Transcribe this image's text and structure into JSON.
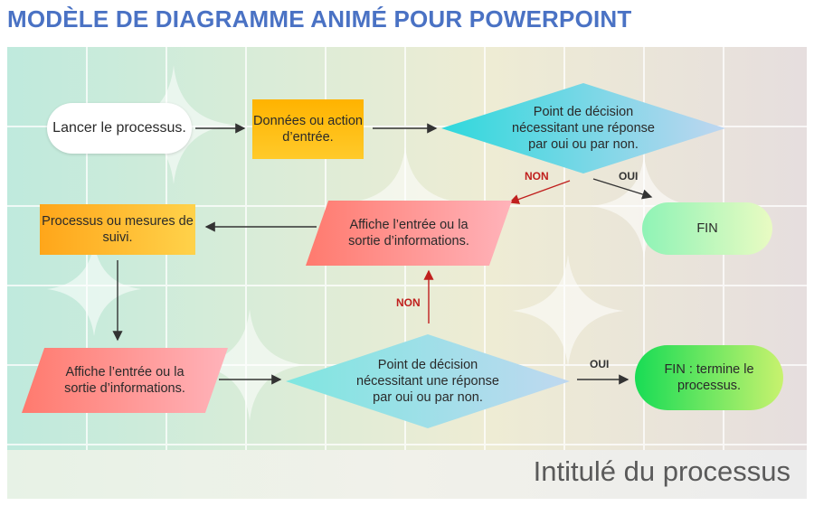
{
  "title": "MODÈLE DE DIAGRAMME ANIMÉ POUR POWERPOINT",
  "footer": "Intitulé du processus",
  "nodes": {
    "start": "Lancer le processus.",
    "input": "Données ou action d’entrée.",
    "decision1": "Point de décision nécessitant une réponse par oui ou par non.",
    "output1": "Affiche l’entrée ou la sortie d’informations.",
    "process": "Processus ou mesures de suivi.",
    "end1": "FIN",
    "output2": "Affiche l’entrée ou la sortie d’informations.",
    "decision2": "Point de décision nécessitant une réponse par oui ou par non.",
    "end2": "FIN : termine le processus."
  },
  "labels": {
    "no1": "NON",
    "yes1": "OUI",
    "no2": "NON",
    "yes2": "OUI"
  },
  "colors": {
    "title": "#4a72c4",
    "no_label": "#c0201e",
    "no_arrow": "#c0201e",
    "arrow": "#333333"
  }
}
